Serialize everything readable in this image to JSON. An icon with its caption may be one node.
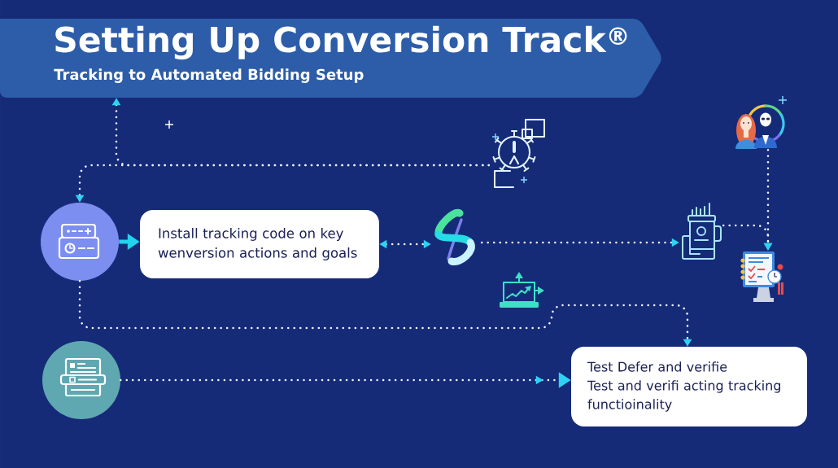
{
  "diagram": {
    "nodes": [
      {
        "text": [
          "Setting Up Conversion Track$^{®}$",
          "Tracking to Automated Bidding Setup"
        ]
      },
      {
        "text": [],
        "shape": "picture"
      },
      {
        "text": [],
        "shape": "picture"
      },
      {
        "text": [],
        "shape": "circle"
      },
      {
        "text": [
          "Install tracking code on key wenversion actions and goals"
        ]
      },
      {
        "text": [],
        "shape": "picture"
      },
      {
        "text": [],
        "shape": "picture"
      },
      {
        "text": [],
        "shape": "picture"
      },
      {
        "text": [],
        "shape": "picture"
      },
      {
        "text": [],
        "shape": "circle"
      },
      {
        "text": [
          "Test Defer and verifie",
          "Test and verifi acting tracking functioinality"
        ]
      }
    ],
    "edges": [
      {
        "from": 3,
        "to": 4,
        "arrow": "to",
        "style": "thick",
        "color": "#22d3ee"
      },
      {
        "from": 4,
        "to": 5,
        "arrow": "both",
        "style": "dashed"
      },
      {
        "from": 5,
        "to": 6,
        "arrow": "to",
        "style": "dashed"
      },
      {
        "from": 6,
        "to": 7,
        "arrow": "to",
        "style": "dashed"
      },
      {
        "from": 2,
        "to": 7,
        "arrow": "to",
        "style": "dashed"
      },
      {
        "from": 1,
        "to": 0,
        "arrow": "to",
        "style": "dashed"
      },
      {
        "from": 1,
        "to": 3,
        "arrow": "to",
        "style": "dashed"
      },
      {
        "from": 3,
        "to": 10,
        "arrow": "to",
        "style": "dashed"
      },
      {
        "from": 9,
        "to": 10,
        "arrow": "to",
        "style": "dashed"
      }
    ]
  }
}
